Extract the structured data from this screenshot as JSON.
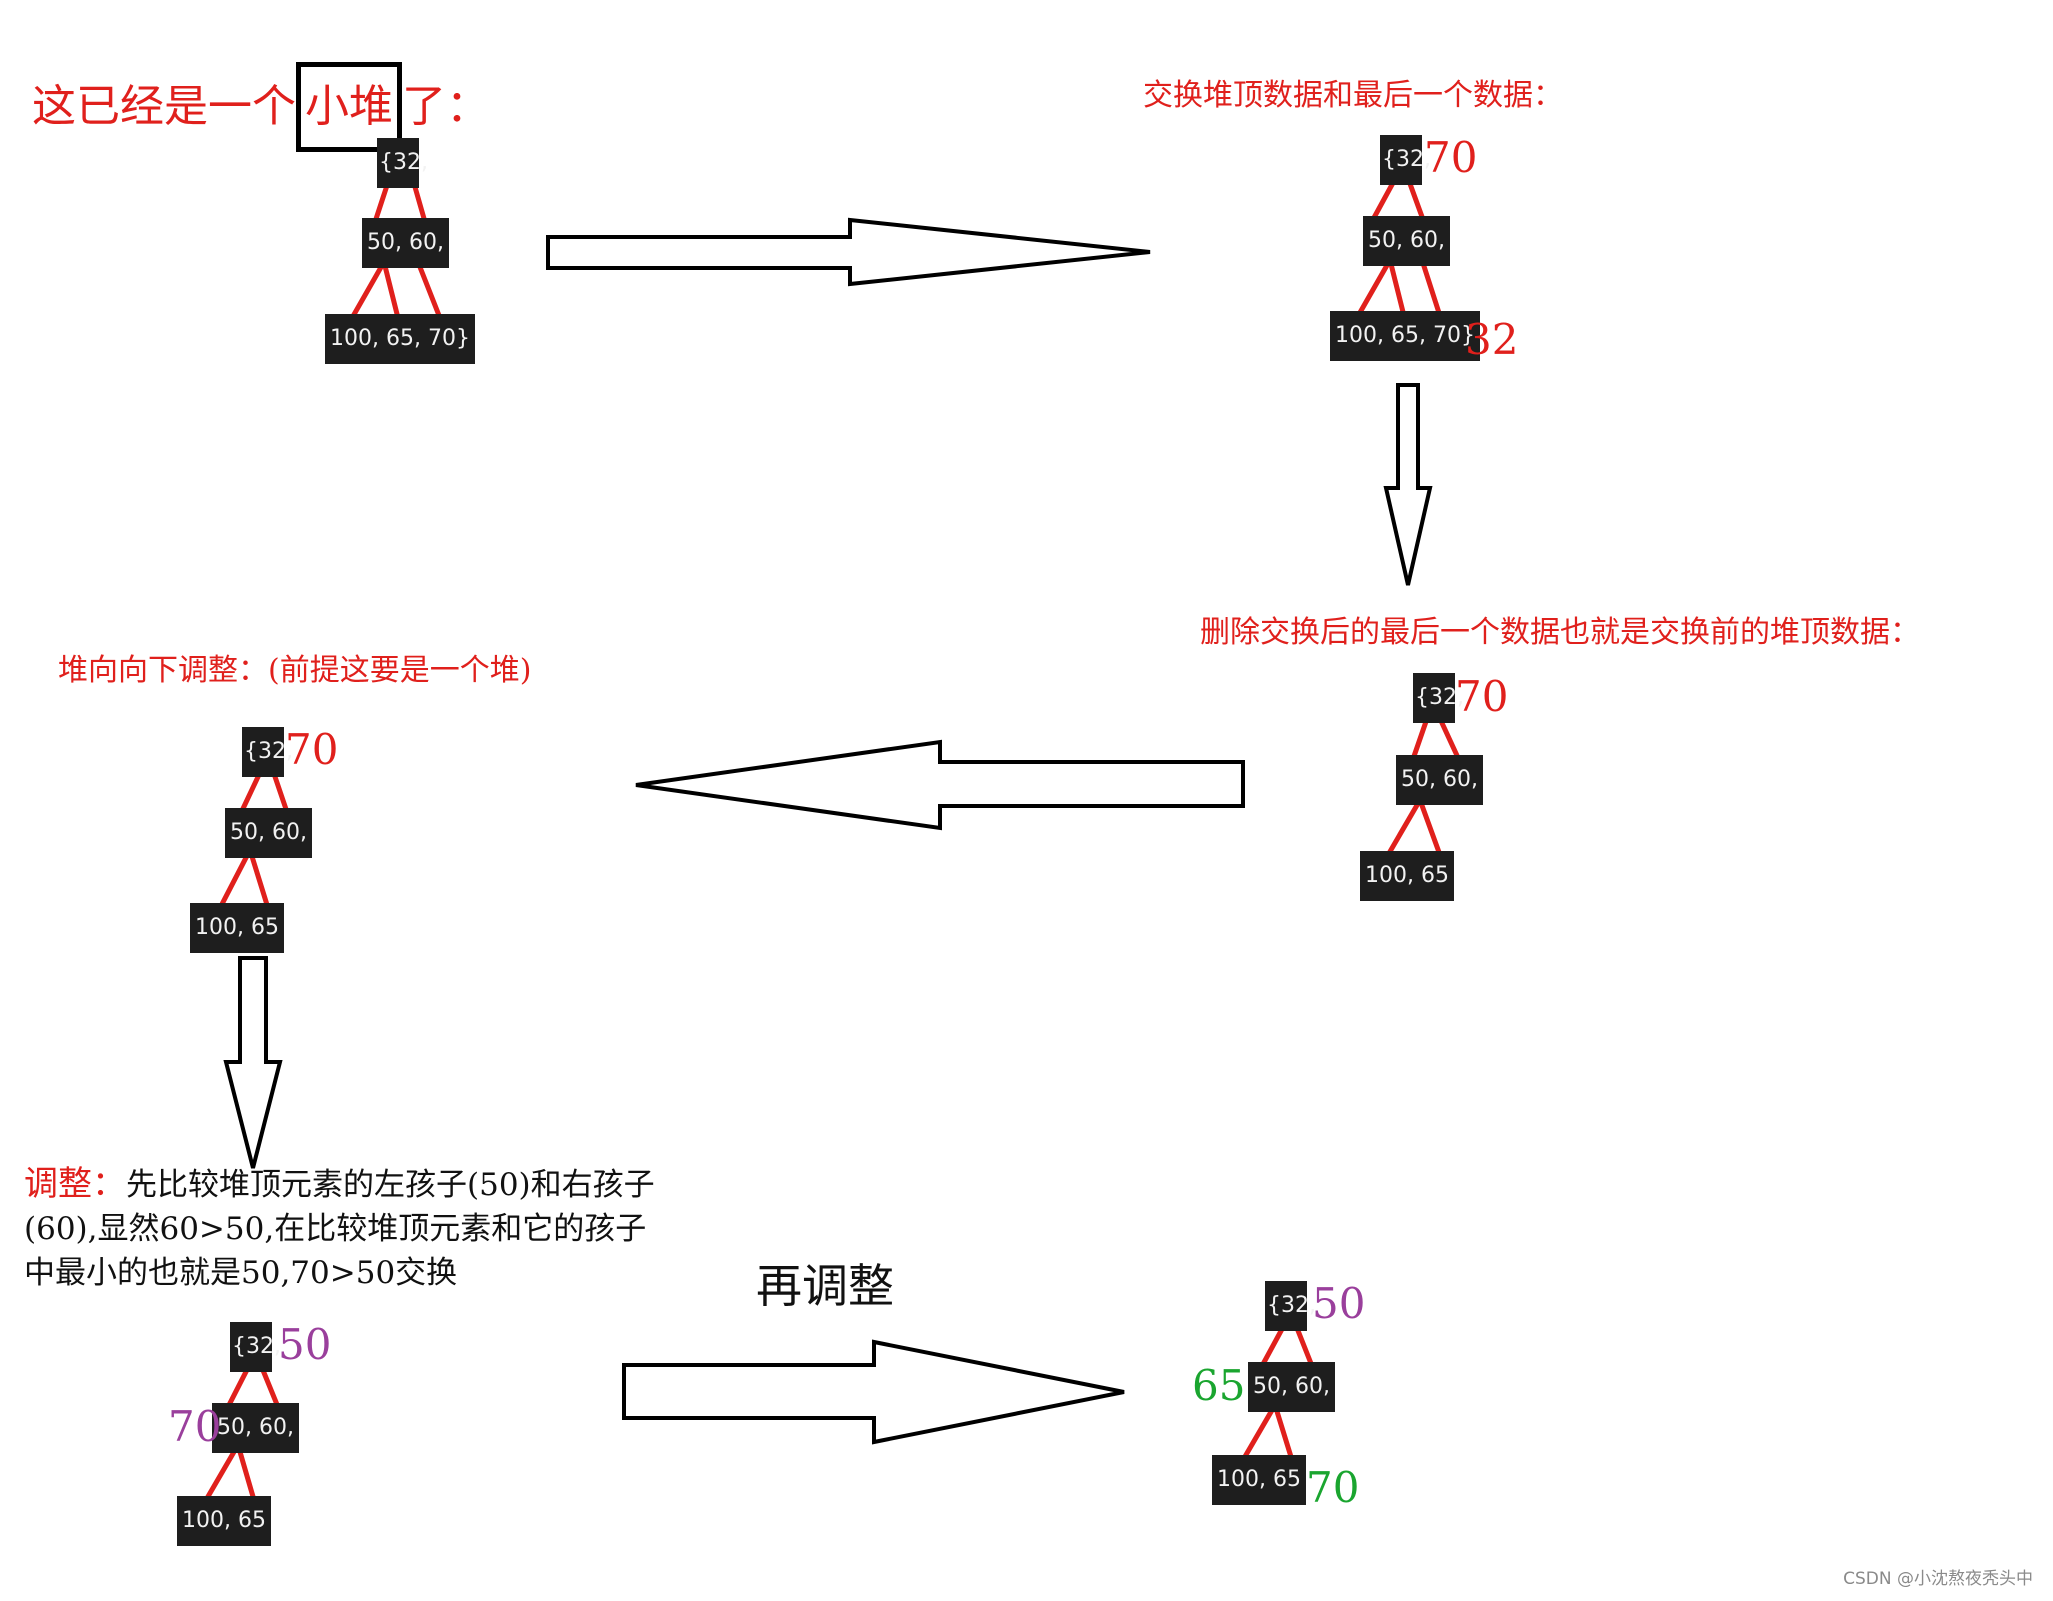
{
  "captions": {
    "heap_main": "这已经是一个",
    "heap_boxed": "小堆",
    "heap_tail": "了：",
    "swap": "交换堆顶数据和最后一个数据：",
    "delete": "删除交换后的最后一个数据也就是交换前的堆顶数据：",
    "sift_down": "堆向向下调整：(前提这要是一个堆)",
    "adjust_head": "调整：",
    "adjust_body": "先比较堆顶元素的左孩子(50)和右孩子(60),显然60>50,在比较堆顶元素和它的孩子中最小的也就是50,70>50交换",
    "again": "再调整"
  },
  "heaps": {
    "initial": {
      "top": "{32,",
      "mid": "50, 60,",
      "bottom": "100, 65, 70}"
    },
    "swapped": {
      "top": "{32,",
      "top_label": "70",
      "mid": "50, 60,",
      "bottom": "100, 65, 70}",
      "bottom_label": "32"
    },
    "deleted": {
      "top": "{32,",
      "top_label": "70",
      "mid": "50, 60,",
      "bottom": "100, 65"
    },
    "sifting": {
      "top": "{32,",
      "top_label": "70",
      "mid": "50, 60,",
      "bottom": "100, 65"
    },
    "step1": {
      "top": "{32,",
      "top_label": "50",
      "mid": "50, 60,",
      "mid_label": "70",
      "bottom": "100, 65"
    },
    "final": {
      "top": "{32,",
      "top_label": "50",
      "mid": "50, 60,",
      "mid_label": "65",
      "bottom": "100, 65",
      "bottom_label": "70"
    }
  },
  "colors": {
    "caption_red": "#e0201c",
    "node_bg": "#1e1e1e",
    "edge_red": "#e0201c",
    "purple": "#9a3f9c",
    "green": "#1aa52f"
  },
  "watermark": "CSDN @小沈熬夜秃头中"
}
